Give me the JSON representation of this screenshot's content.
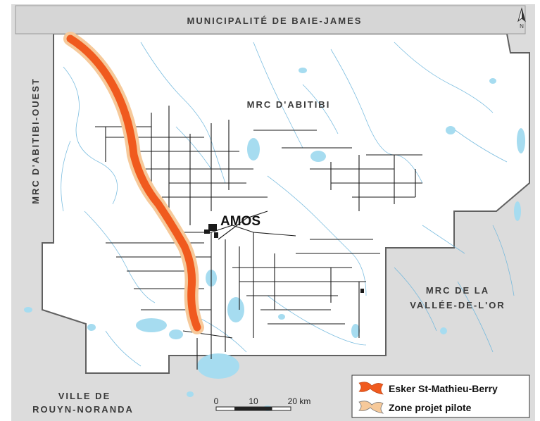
{
  "labels": {
    "north": "MUNICIPALITÉ DE BAIE-JAMES",
    "west": "MRC D'ABITIBI-OUEST",
    "center": "MRC D'ABITIBI",
    "city": "AMOS",
    "east_line1": "MRC DE LA",
    "east_line2": "VALLÉE-DE-L'OR",
    "southwest_line1": "VILLE DE",
    "southwest_line2": "ROUYN-NORANDA"
  },
  "legend": {
    "items": [
      {
        "label": "Esker St-Mathieu-Berry",
        "color": "#f05a1e"
      },
      {
        "label": "Zone projet pilote",
        "color": "#f6c99a"
      }
    ]
  },
  "scale": {
    "ticks": [
      "0",
      "10",
      "20 km"
    ]
  },
  "colors": {
    "region_fill": "#ffffff",
    "outside_fill": "#dcdcdc",
    "water": "#a6dcf0",
    "roads": "#1a1a1a",
    "border": "#606060"
  },
  "icons": {
    "north_arrow": "north-arrow-icon"
  }
}
